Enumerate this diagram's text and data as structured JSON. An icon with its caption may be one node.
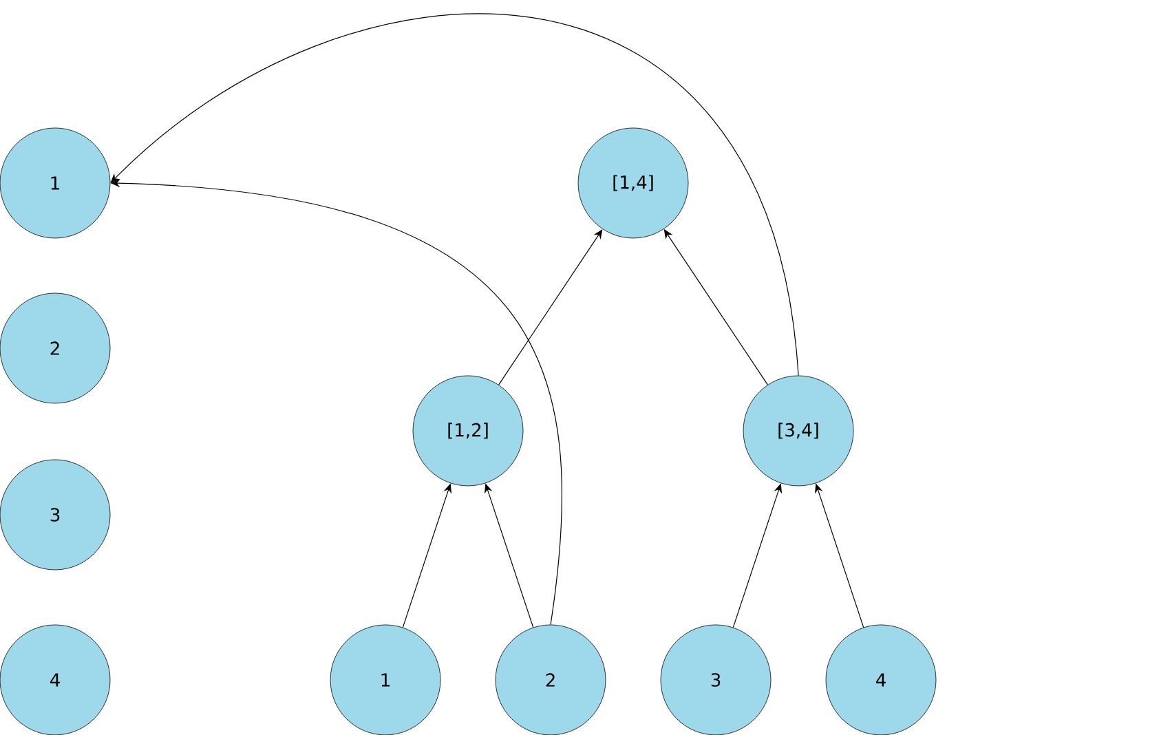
{
  "diagram": {
    "nodes": [
      {
        "text": [
          "1"
        ]
      },
      {
        "text": [
          "[1,4]"
        ]
      },
      {
        "text": [
          "2"
        ]
      },
      {
        "text": [
          "[1,2]"
        ]
      },
      {
        "text": [
          "[3,4]"
        ]
      },
      {
        "text": [
          "3"
        ]
      },
      {
        "text": [
          "4"
        ]
      },
      {
        "text": [
          "1"
        ]
      },
      {
        "text": [
          "2"
        ]
      },
      {
        "text": [
          "3"
        ]
      },
      {
        "text": [
          "4"
        ]
      }
    ],
    "edges": [
      {
        "from": 3,
        "to": 1,
        "arrow": "to"
      },
      {
        "from": 4,
        "to": 1,
        "arrow": "to"
      },
      {
        "from": 4,
        "to": 0,
        "arrow": "to"
      },
      {
        "from": 8,
        "to": 0,
        "arrow": "to"
      },
      {
        "from": 7,
        "to": 3,
        "arrow": "to"
      },
      {
        "from": 8,
        "to": 3,
        "arrow": "to"
      },
      {
        "from": 9,
        "to": 4,
        "arrow": "to"
      },
      {
        "from": 10,
        "to": 4,
        "arrow": "to"
      }
    ]
  }
}
